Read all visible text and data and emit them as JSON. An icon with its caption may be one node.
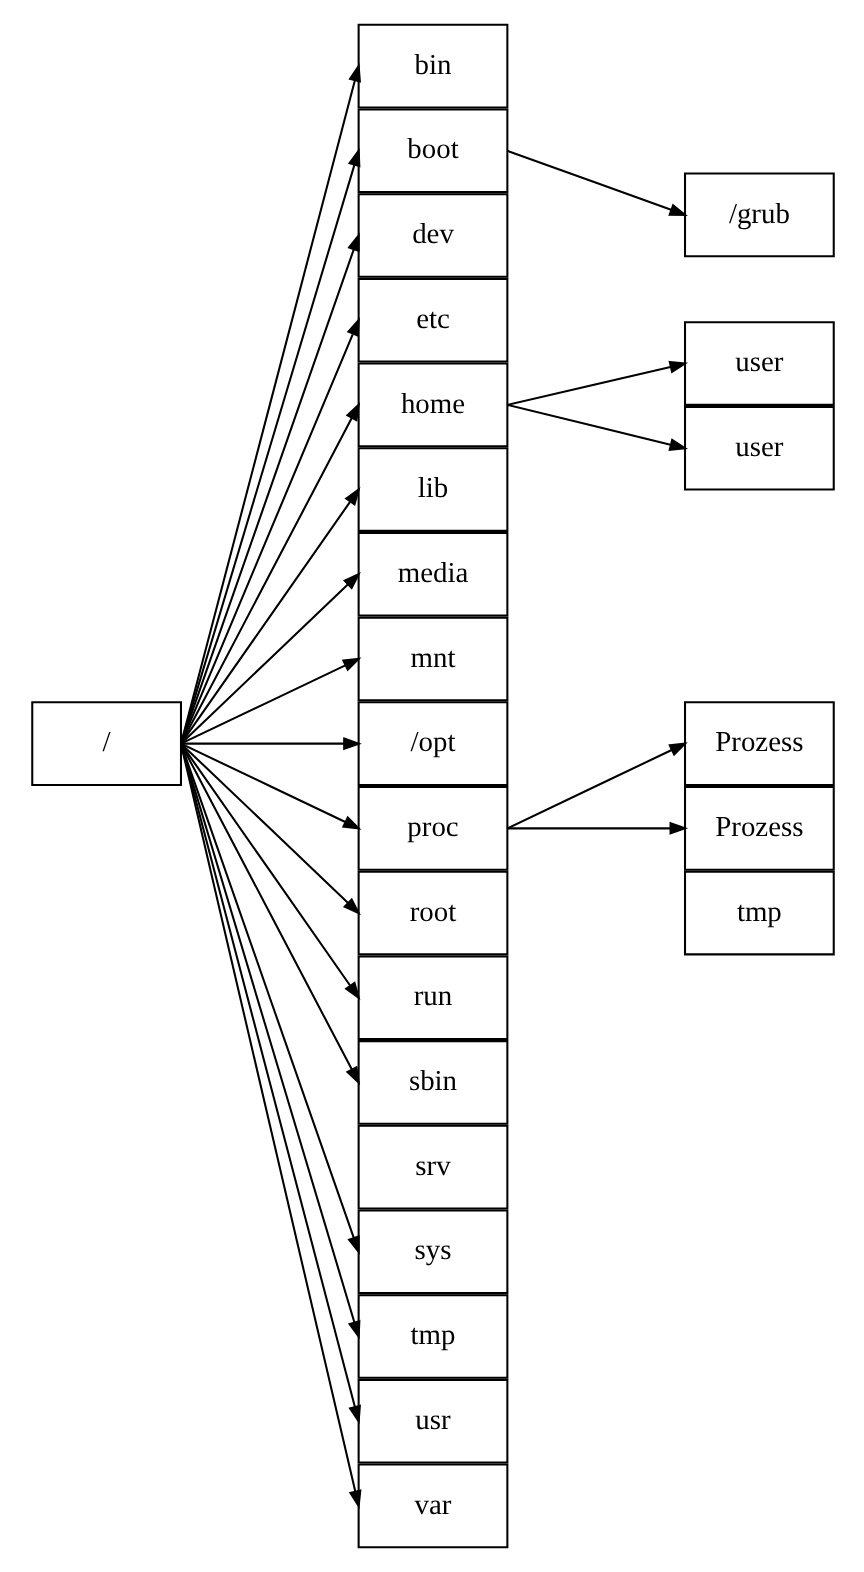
{
  "diagram": {
    "nodes": [
      {
        "text": [
          "/"
        ]
      },
      {
        "text": [
          "bin"
        ]
      },
      {
        "text": [
          "boot"
        ]
      },
      {
        "text": [
          "dev"
        ]
      },
      {
        "text": [
          "etc"
        ]
      },
      {
        "text": [
          "home"
        ]
      },
      {
        "text": [
          "lib"
        ]
      },
      {
        "text": [
          "media"
        ]
      },
      {
        "text": [
          "mnt"
        ]
      },
      {
        "text": [
          "/opt"
        ]
      },
      {
        "text": [
          "proc"
        ]
      },
      {
        "text": [
          "root"
        ]
      },
      {
        "text": [
          "run"
        ]
      },
      {
        "text": [
          "sbin"
        ]
      },
      {
        "text": [
          "srv"
        ]
      },
      {
        "text": [
          "sys"
        ]
      },
      {
        "text": [
          "tmp"
        ]
      },
      {
        "text": [
          "usr"
        ]
      },
      {
        "text": [
          "var"
        ]
      },
      {
        "text": [
          "/grub"
        ]
      },
      {
        "text": [
          "user"
        ]
      },
      {
        "text": [
          "user"
        ]
      },
      {
        "text": [
          "Prozess"
        ]
      },
      {
        "text": [
          "Prozess"
        ]
      },
      {
        "text": [
          "tmp"
        ]
      }
    ],
    "edges": [
      {
        "from": 0,
        "to": 1,
        "arrow": "to"
      },
      {
        "from": 0,
        "to": 2,
        "arrow": "to"
      },
      {
        "from": 0,
        "to": 3,
        "arrow": "to"
      },
      {
        "from": 0,
        "to": 4,
        "arrow": "to"
      },
      {
        "from": 0,
        "to": 5,
        "arrow": "to"
      },
      {
        "from": 0,
        "to": 6,
        "arrow": "to"
      },
      {
        "from": 0,
        "to": 7,
        "arrow": "to"
      },
      {
        "from": 0,
        "to": 8,
        "arrow": "to"
      },
      {
        "from": 0,
        "to": 9,
        "arrow": "to"
      },
      {
        "from": 0,
        "to": 10,
        "arrow": "to"
      },
      {
        "from": 0,
        "to": 11,
        "arrow": "to"
      },
      {
        "from": 0,
        "to": 12,
        "arrow": "to"
      },
      {
        "from": 0,
        "to": 13,
        "arrow": "to"
      },
      {
        "from": 0,
        "to": 15,
        "arrow": "to"
      },
      {
        "from": 0,
        "to": 16,
        "arrow": "to"
      },
      {
        "from": 0,
        "to": 17,
        "arrow": "to"
      },
      {
        "from": 0,
        "to": 18,
        "arrow": "to"
      },
      {
        "from": 2,
        "to": 19,
        "arrow": "to"
      },
      {
        "from": 5,
        "to": 20,
        "arrow": "to"
      },
      {
        "from": 5,
        "to": 21,
        "arrow": "to"
      },
      {
        "from": 10,
        "to": 22,
        "arrow": "to"
      },
      {
        "from": 10,
        "to": 23,
        "arrow": "to"
      }
    ]
  }
}
